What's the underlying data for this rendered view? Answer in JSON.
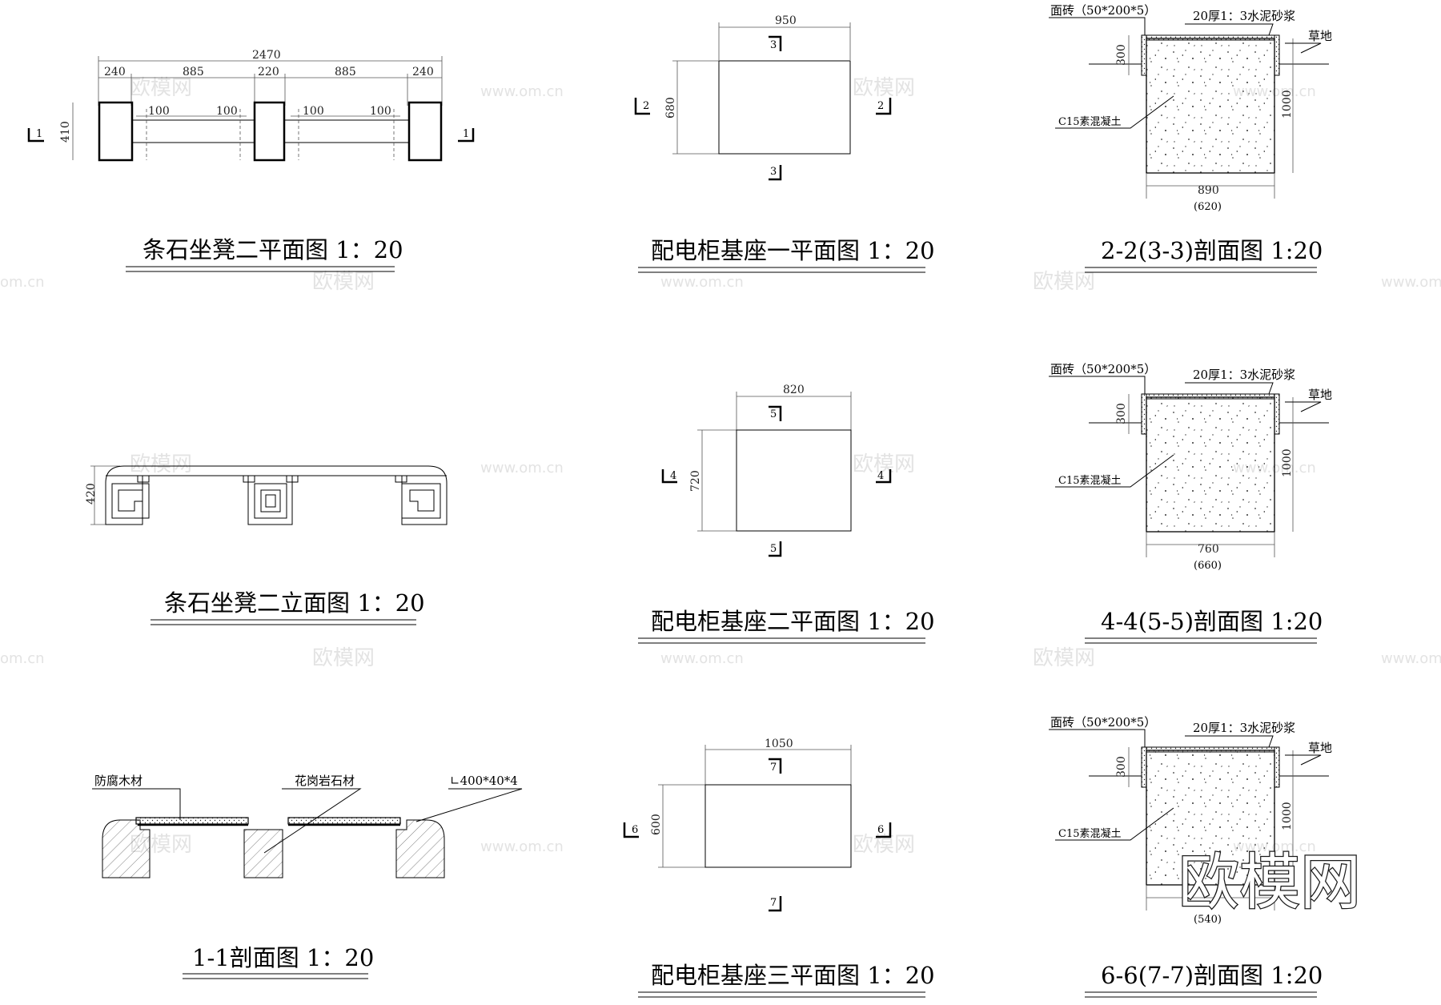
{
  "drawings": {
    "bench_plan": {
      "title": "条石坐凳二平面图 1：20",
      "dims": {
        "total": "2470",
        "seg1": "240",
        "seg2": "885",
        "seg3": "220",
        "seg4": "885",
        "seg5": "240",
        "inner1": "100",
        "inner2": "100",
        "inner3": "100",
        "inner4": "100",
        "height": "410"
      },
      "section_mark": "1"
    },
    "bench_elevation": {
      "title": "条石坐凳二立面图 1：20",
      "dims": {
        "height": "420"
      }
    },
    "bench_section": {
      "title": "1-1剖面图 1：20",
      "labels": {
        "wood": "防腐木材",
        "granite": "花岗岩石材",
        "angle": "∟400*40*4"
      }
    },
    "cabinet_plan_1": {
      "title": "配电柜基座一平面图 1：20",
      "dims": {
        "width": "950",
        "height": "680"
      },
      "marks": {
        "top": "3",
        "bottom": "3",
        "left": "2",
        "right": "2"
      }
    },
    "cabinet_plan_2": {
      "title": "配电柜基座二平面图 1：20",
      "dims": {
        "width": "820",
        "height": "720"
      },
      "marks": {
        "top": "5",
        "bottom": "5",
        "left": "4",
        "right": "4"
      }
    },
    "cabinet_plan_3": {
      "title": "配电柜基座三平面图 1：20",
      "dims": {
        "width": "1050",
        "height": "600"
      },
      "marks": {
        "top": "7",
        "bottom": "7",
        "left": "6",
        "right": "6"
      }
    },
    "section_a": {
      "title": "2-2(3-3)剖面图 1:20",
      "labels": {
        "tile": "面砖（50*200*5）",
        "mortar": "20厚1：3水泥砂浆",
        "grass": "草地",
        "concrete": "C15素混凝土"
      },
      "dims": {
        "depth": "300",
        "height": "1000",
        "width": "890",
        "width_alt": "(620)"
      }
    },
    "section_b": {
      "title": "4-4(5-5)剖面图 1:20",
      "labels": {
        "tile": "面砖（50*200*5）",
        "mortar": "20厚1：3水泥砂浆",
        "grass": "草地",
        "concrete": "C15素混凝土"
      },
      "dims": {
        "depth": "300",
        "height": "1000",
        "width": "760",
        "width_alt": "(660)"
      }
    },
    "section_c": {
      "title": "6-6(7-7)剖面图 1:20",
      "labels": {
        "tile": "面砖（50*200*5）",
        "mortar": "20厚1：3水泥砂浆",
        "grass": "草地",
        "concrete": "C15素混凝土"
      },
      "dims": {
        "depth": "300",
        "height": "1000",
        "width_alt": "(540)"
      }
    }
  },
  "watermark": {
    "cn": "欧模网",
    "url": "www.om.cn",
    "url_short": "om.cn"
  }
}
